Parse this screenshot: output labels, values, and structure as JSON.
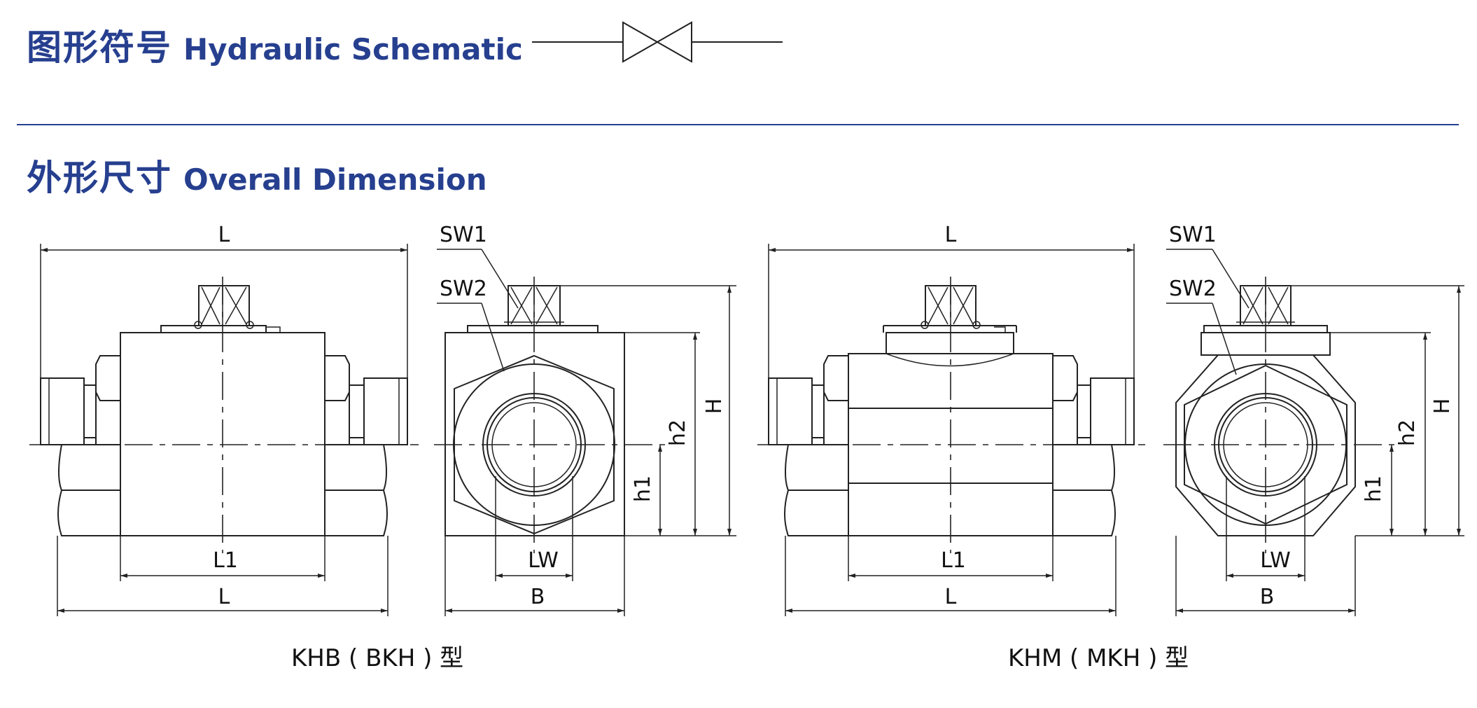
{
  "schematic_section": {
    "title_zh": "图形符号",
    "title_en": "Hydraulic Schematic"
  },
  "dimension_section": {
    "title_zh": "外形尺寸",
    "title_en": "Overall Dimension"
  },
  "labels": {
    "L": "L",
    "L1": "L1",
    "B": "B",
    "LW": "LW",
    "H": "H",
    "h1": "h1",
    "h2": "h2",
    "SW1": "SW1",
    "SW2": "SW2"
  },
  "models": [
    {
      "caption": "KHB ( BKH ) 型"
    },
    {
      "caption": "KHM ( MKH ) 型"
    }
  ],
  "colors": {
    "heading": "#263f8f",
    "line": "#222222"
  }
}
